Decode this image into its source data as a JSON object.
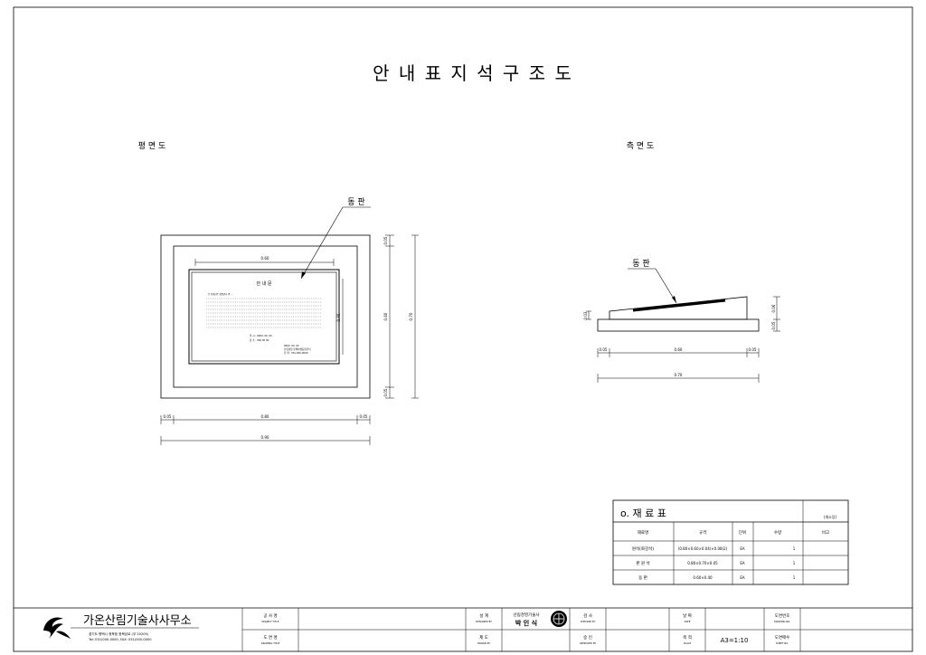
{
  "title": "안 내 표 지 석   구 조 도",
  "views": {
    "plan": "평 면 도",
    "side": "측 면 도"
  },
  "callout_plate": "동 판",
  "plan_dims": {
    "inner_top": "0.60",
    "bottom_inner": "0.80",
    "bottom_outer": "0.90",
    "bottom_left": "0.05",
    "bottom_right": "0.05",
    "right_top": "0.05",
    "right_mid": "0.60",
    "right_bottom": "0.05",
    "far_right": "0.70",
    "inner_right": "0.40"
  },
  "sign": {
    "heading": "안 내 문",
    "line1": "본 안내판은 정원관리 중 …",
    "footer1": "일 시 : 0000. 00. 00",
    "footer2": "장 소 : 000 00 00",
    "footer3": "0000. 00. 00",
    "footer4": "산림경영 유해야생동물관리",
    "footer5": "전 화 : 031-000-0000"
  },
  "side_dims": {
    "left_small": "0.05",
    "bottom_mid": "0.60",
    "bottom_right": "0.05",
    "bottom_left": "0.05",
    "total": "0.70",
    "right_h1": "0.06",
    "right_h2": "0.05",
    "left_h": "0.03"
  },
  "materials": {
    "heading": "o. 재 료 표",
    "unit_note": "(개소당)",
    "headers": [
      "재료명",
      "규격",
      "단위",
      "수량",
      "비고"
    ],
    "rows": [
      [
        "원석(화강석)",
        "(0.80×0.60×0.04)×0.08(2)",
        "EA",
        "1",
        ""
      ],
      [
        "판 원 석",
        "0.80×0.70×0.05",
        "EA",
        "1",
        ""
      ],
      [
        "동  판",
        "0.60×0.40",
        "EA",
        "1",
        ""
      ]
    ]
  },
  "titleblock": {
    "company": "가온산림기술사사무소",
    "address": "경기도 평택시 청북읍 청북남로 (우 20205)",
    "contact": "Tel: 031)000-0000, FAX: 031)000-0000",
    "project_label": "공 사 명",
    "project_en": "PROJECT TITLE",
    "drawing_label": "도 면 명",
    "drawing_en": "DRAWING TITLE",
    "designed_label": "설 계",
    "designed_en": "DESIGNED BY",
    "designer_org": "산림경영기술사",
    "designer_name": "박 인 식",
    "drawn_label": "제 도",
    "drawn_en": "DRAWN BY",
    "checked_label": "검 사",
    "checked_en": "CHECKED BY",
    "approved_label": "승 인",
    "approved_en": "APPROVED BY",
    "date_label": "날 짜",
    "date_en": "DATE",
    "scale_label": "축 척",
    "scale_en": "SCALE",
    "scale_value": "A3=1:10",
    "dwgno_label": "도면번호",
    "dwgno_en": "DRAWING NO.",
    "sheetno_label": "도면매수",
    "sheetno_en": "SHEET NO."
  }
}
